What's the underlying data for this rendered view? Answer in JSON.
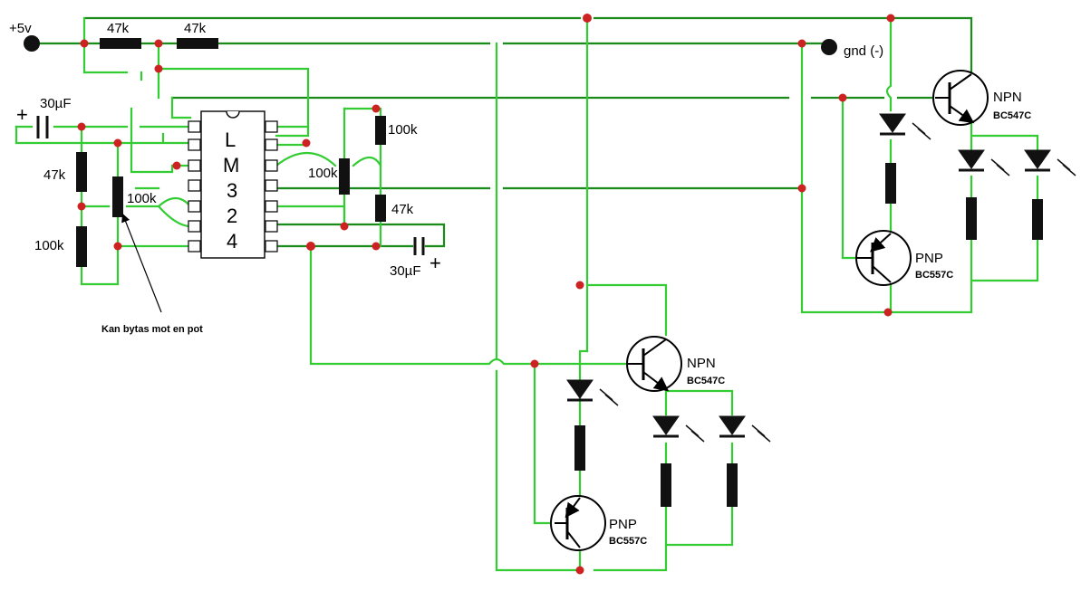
{
  "supply": {
    "vcc_label": "+5v",
    "gnd_label": "gnd (-)"
  },
  "top": {
    "r1_label": "47k",
    "r2_label": "47k"
  },
  "left": {
    "cap_label": "30µF",
    "r_top_label": "47k",
    "r_bottom_label": "100k",
    "trim_label": "100k",
    "note": "Kan bytas mot en pot"
  },
  "chip": {
    "letters": [
      "L",
      "M",
      "3",
      "2",
      "4"
    ]
  },
  "right_of_chip": {
    "r_top_label": "100k",
    "r_mid_label": "100k",
    "r_bottom_label": "47k",
    "cap_label": "30µF"
  },
  "driver_bottom": {
    "npn_label": "NPN",
    "npn_part": "BC547C",
    "pnp_label": "PNP",
    "pnp_part": "BC557C"
  },
  "driver_right": {
    "npn_label": "NPN",
    "npn_part": "BC547C",
    "pnp_label": "PNP",
    "pnp_part": "BC557C"
  },
  "colors": {
    "wire_green": "#33cc33",
    "wire_dark": "#1a8a1a",
    "node_red": "#cc2222",
    "component": "#000000"
  },
  "icons": [
    "npn-transistor-icon",
    "pnp-transistor-icon",
    "led-icon",
    "resistor-icon",
    "capacitor-icon",
    "ic-icon"
  ]
}
